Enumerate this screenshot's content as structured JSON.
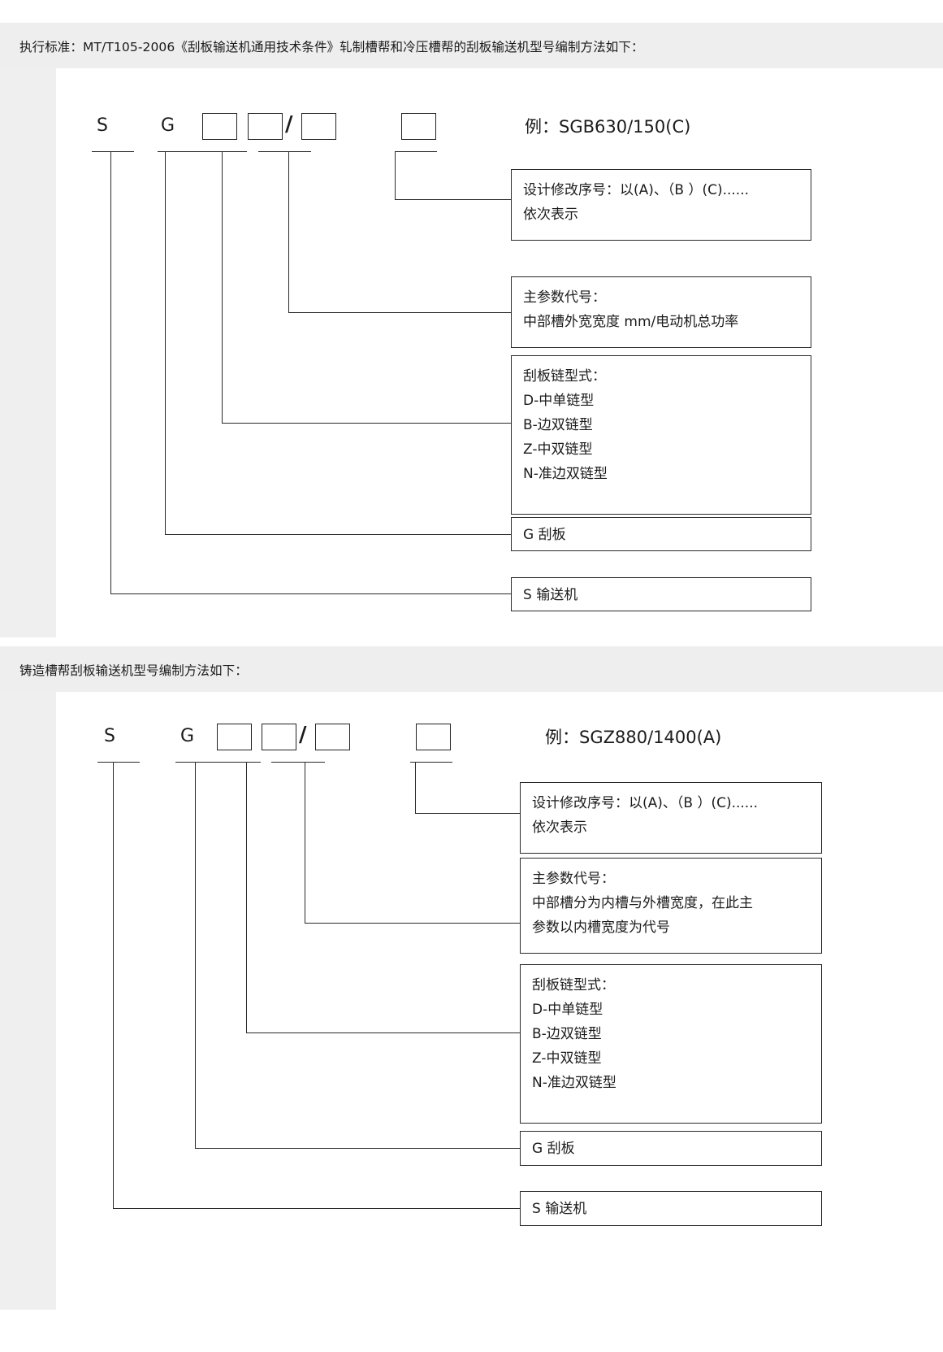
{
  "document": {
    "title": "刮板输送机型号编制方法"
  },
  "sections": [
    {
      "heading": "执行标准：MT/T105-2006《刮板输送机通用技术条件》轧制槽帮和冷压槽帮的刮板输送机型号编制方法如下：",
      "code_glyphs": [
        "S",
        "G"
      ],
      "separator": "/",
      "example": "例：SGB630/150(C)",
      "descriptions": [
        {
          "name": "design-revision",
          "lines": [
            "设计修改序号：以(A)、（B ）(C)......",
            "依次表示"
          ]
        },
        {
          "name": "main-parameter",
          "lines": [
            "主参数代号：",
            "中部槽外宽宽度  mm/电动机总功率"
          ]
        },
        {
          "name": "chain-type",
          "lines": [
            "刮板链型式：",
            "D-中单链型",
            "B-边双链型",
            "Z-中双链型",
            "N-准边双链型"
          ]
        },
        {
          "name": "scraper",
          "lines": [
            "G 刮板"
          ]
        },
        {
          "name": "conveyor",
          "lines": [
            "S 输送机"
          ]
        }
      ]
    },
    {
      "heading": "铸造槽帮刮板输送机型号编制方法如下：",
      "code_glyphs": [
        "S",
        "G"
      ],
      "separator": "/",
      "example": "例：SGZ880/1400(A)",
      "descriptions": [
        {
          "name": "design-revision",
          "lines": [
            "设计修改序号：以(A)、（B ）(C)......",
            "依次表示"
          ]
        },
        {
          "name": "main-parameter",
          "lines": [
            "主参数代号：",
            "中部槽分为内槽与外槽宽度，在此主",
            "参数以内槽宽度为代号"
          ]
        },
        {
          "name": "chain-type",
          "lines": [
            "刮板链型式：",
            "D-中单链型",
            "B-边双链型",
            "Z-中双链型",
            "N-准边双链型"
          ]
        },
        {
          "name": "scraper",
          "lines": [
            "G 刮板"
          ]
        },
        {
          "name": "conveyor",
          "lines": [
            "S 输送机"
          ]
        }
      ]
    }
  ],
  "colors": {
    "band_background": "#eeeeee",
    "panel_background": "#ffffff",
    "line": "#2a2a2a",
    "text": "#1b1b1b"
  }
}
